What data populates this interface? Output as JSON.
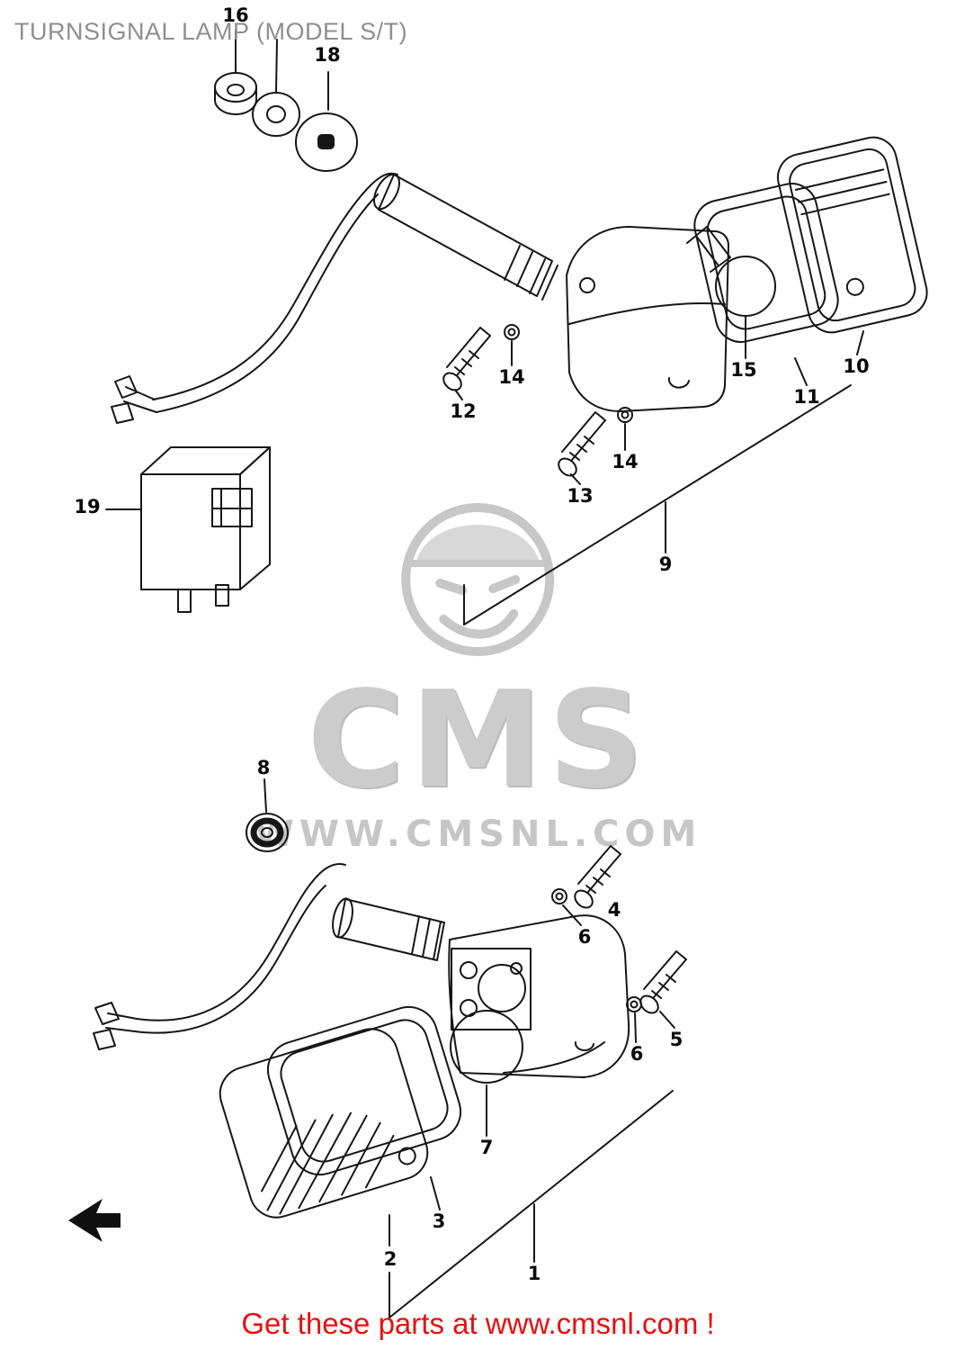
{
  "page": {
    "title": "TURNSIGNAL LAMP (MODEL S/T)",
    "footer_cta": "Get these parts at www.cmsnl.com !"
  },
  "watermark": {
    "brand": "CMS",
    "url": "WWW.CMSNL.COM"
  },
  "diagram": {
    "callouts": [
      {
        "label": "16"
      },
      {
        "label": "18"
      },
      {
        "label": "15"
      },
      {
        "label": "11"
      },
      {
        "label": "10"
      },
      {
        "label": "12"
      },
      {
        "label": "14"
      },
      {
        "label": "13"
      },
      {
        "label": "14"
      },
      {
        "label": "9"
      },
      {
        "label": "19"
      },
      {
        "label": "8"
      },
      {
        "label": "4"
      },
      {
        "label": "6"
      },
      {
        "label": "5"
      },
      {
        "label": "6"
      },
      {
        "label": "7"
      },
      {
        "label": "3"
      },
      {
        "label": "2"
      },
      {
        "label": "1"
      }
    ]
  },
  "accents": {
    "footer_red": "#e81010",
    "title_gray": "#8f8f8f",
    "line_black": "#161616",
    "watermark_gray": "#cccccc"
  }
}
